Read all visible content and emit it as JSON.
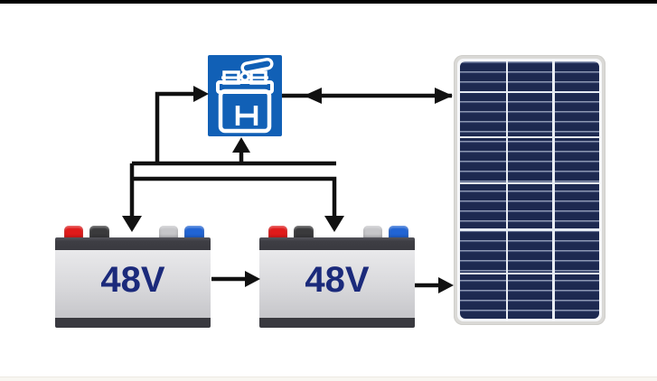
{
  "scene": {
    "background_color": "#ffffff",
    "letterbox_top_color": "#000000",
    "footer_strip_color": "#f8f6f1"
  },
  "charger": {
    "icon": "car-battery-charger-icon",
    "box_color": "#1160b6",
    "glyph_color": "#ffffff"
  },
  "batteries": {
    "left": {
      "label": "48V"
    },
    "right": {
      "label": "48V"
    },
    "label_color": "#1b2a7b",
    "body_color": "#d8d8db",
    "lid_color": "#3e3e44",
    "base_color": "#39393f",
    "terminals": [
      {
        "name": "terminal-red",
        "color": "#e01a1a"
      },
      {
        "name": "terminal-black",
        "color": "#3a3a3c"
      },
      {
        "name": "terminal-gray",
        "color": "#c6c6c9"
      },
      {
        "name": "terminal-blue",
        "color": "#2164d4"
      }
    ]
  },
  "solar_panel": {
    "columns": 3,
    "rows": 27,
    "frame_color": "#dad9d6",
    "cell_color": "#1d2950",
    "grid_line_color": "#e9edf3"
  },
  "wiring": {
    "color": "#111111",
    "connections": [
      {
        "from": "bus",
        "to": "charger-left-input",
        "arrow": "into-charger"
      },
      {
        "from": "bus",
        "to": "charger-bottom-input",
        "arrow": "into-charger"
      },
      {
        "from": "charger",
        "to": "solar-panel",
        "arrow": "bidirectional"
      },
      {
        "from": "bus",
        "to": "battery-left-top",
        "arrow": "down"
      },
      {
        "from": "bus",
        "to": "battery-right-top",
        "arrow": "down"
      },
      {
        "from": "battery-left",
        "to": "battery-right",
        "arrow": "right"
      },
      {
        "from": "battery-right",
        "to": "solar-panel",
        "arrow": "right"
      }
    ]
  }
}
